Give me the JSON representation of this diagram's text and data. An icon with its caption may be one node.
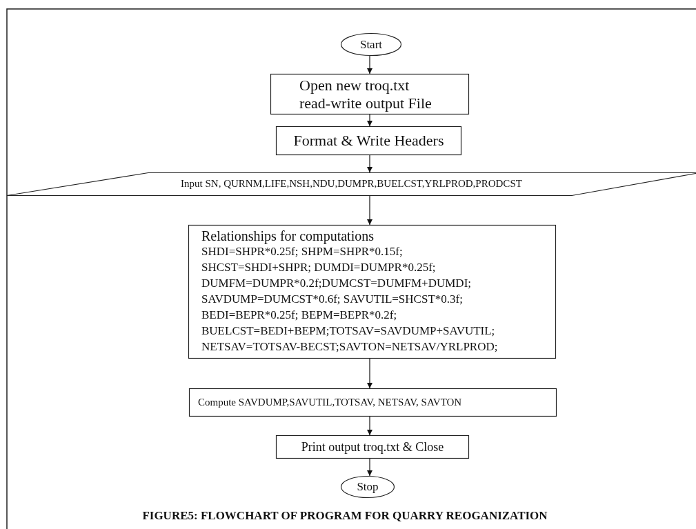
{
  "diagram": {
    "caption": "FIGURE5: FLOWCHART OF PROGRAM FOR QUARRY REOGANIZATION",
    "nodes": [
      {
        "text": [
          "Start"
        ]
      },
      {
        "text": [
          "Open new troq.txt read-write output File"
        ]
      },
      {
        "text": [
          "Format & Write Headers"
        ]
      },
      {
        "text": [
          "Input SN, QURNM,LIFE,NSH,NDU,DUMPR,BUELCST,YRLPROD,PRODCST"
        ]
      },
      {
        "text": [
          "Relationships for computations",
          "SHDI=SHPR*0.25f; SHPM=SHPR*0.15f; SHCST=SHDI+SHPR; DUMDI=DUMPR*0.25f; DUMFM=DUMPR*0.2f;DUMCST=DUMFM+DUMDI; SAVDUMP=DUMCST*0.6f; SAVUTIL=SHCST*0.3f; BEDI=BEPR*0.25f; BEPM=BEPR*0.2f; BUELCST=BEDI+BEPM;TOTSAV=SAVDUMP+SAVUTIL; NETSAV=TOTSAV-BECST;SAVTON=NETSAV/YRLPROD;"
        ]
      },
      {
        "text": [
          "Compute SAVDUMP,SAVUTIL,TOTSAV, NETSAV, SAVTON"
        ]
      },
      {
        "text": [
          "Print output troq.txt & Close"
        ]
      },
      {
        "text": [
          "Stop"
        ]
      }
    ],
    "edges": [
      {
        "from": 0,
        "to": 1,
        "arrow": "to"
      },
      {
        "from": 1,
        "to": 2,
        "arrow": "to"
      },
      {
        "from": 2,
        "to": 3,
        "arrow": "to"
      },
      {
        "from": 3,
        "to": 4,
        "arrow": "to"
      },
      {
        "from": 4,
        "to": 5,
        "arrow": "to"
      },
      {
        "from": 5,
        "to": 6,
        "arrow": "to"
      },
      {
        "from": 6,
        "to": 7,
        "arrow": "to"
      }
    ]
  }
}
